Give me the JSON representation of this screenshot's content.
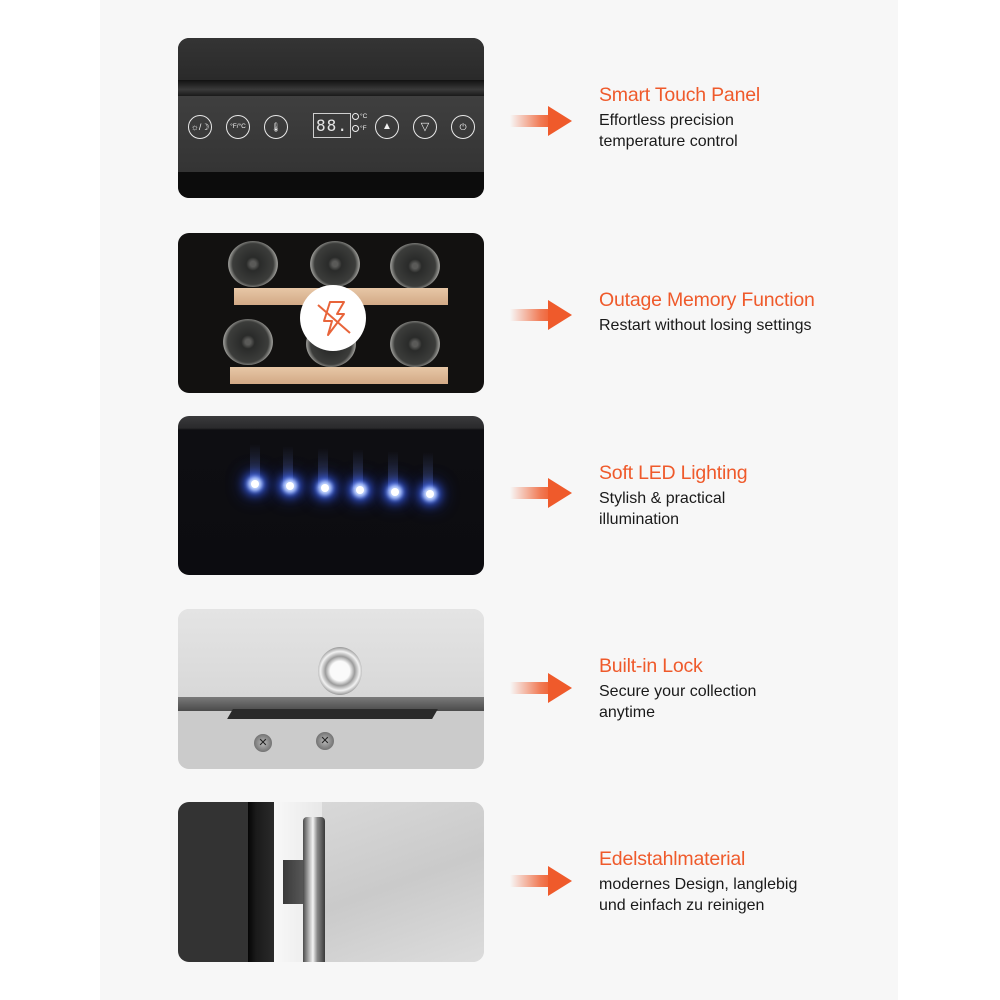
{
  "accent_color": "#ef5a2b",
  "features": [
    {
      "title": "Smart Touch Panel",
      "description_lines": [
        "Effortless precision",
        "temperature control"
      ],
      "image": "touch-control-panel"
    },
    {
      "title": "Outage Memory Function",
      "description_lines": [
        "Restart without losing settings"
      ],
      "image": "wine-bottles-on-shelves",
      "badge_icon": "power-outage-icon"
    },
    {
      "title": "Soft LED Lighting",
      "description_lines": [
        "Stylish & practical",
        "illumination"
      ],
      "image": "blue-led-lights"
    },
    {
      "title": "Built-in Lock",
      "description_lines": [
        "Secure your collection",
        "anytime"
      ],
      "image": "door-lock"
    },
    {
      "title": "Edelstahlmaterial",
      "description_lines": [
        "modernes Design, langlebig",
        "und einfach zu reinigen"
      ],
      "image": "stainless-steel-handle"
    }
  ],
  "control_panel": {
    "buttons": [
      {
        "name": "light-button",
        "glyph": "☼/☽"
      },
      {
        "name": "unit-toggle-button",
        "glyph": "°F/°C"
      },
      {
        "name": "thermometer-button",
        "glyph": "🌡"
      },
      {
        "name": "temp-up-button",
        "glyph": "▲"
      },
      {
        "name": "temp-down-button",
        "glyph": "▽"
      },
      {
        "name": "power-button",
        "glyph": "⏻"
      }
    ],
    "display_value": "88.",
    "unit_c": "°C",
    "unit_f": "°F"
  }
}
